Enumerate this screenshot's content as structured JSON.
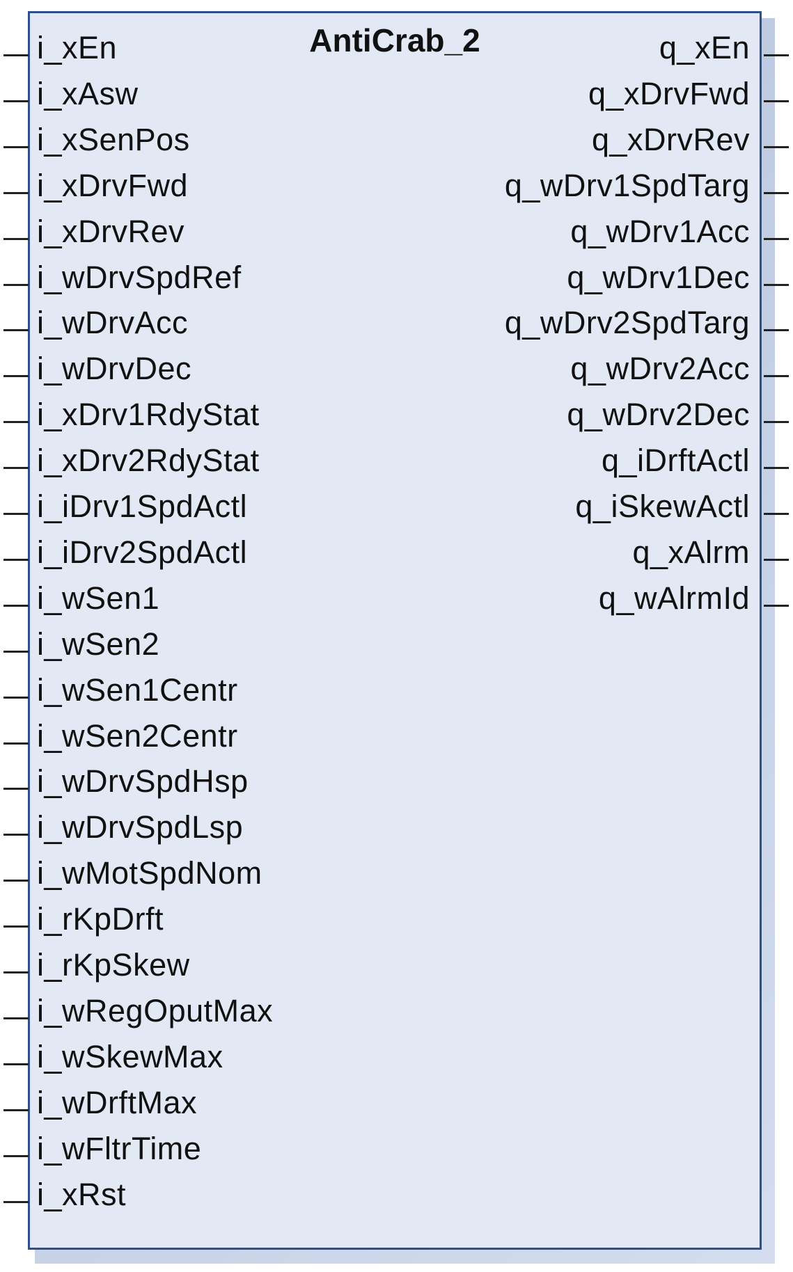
{
  "block": {
    "title": "AntiCrab_2",
    "colors": {
      "fill": "#e2e9f5",
      "border": "#2d4f8c"
    },
    "inputs": [
      "i_xEn",
      "i_xAsw",
      "i_xSenPos",
      "i_xDrvFwd",
      "i_xDrvRev",
      "i_wDrvSpdRef",
      "i_wDrvAcc",
      "i_wDrvDec",
      "i_xDrv1RdyStat",
      "i_xDrv2RdyStat",
      "i_iDrv1SpdActl",
      "i_iDrv2SpdActl",
      "i_wSen1",
      "i_wSen2",
      "i_wSen1Centr",
      "i_wSen2Centr",
      "i_wDrvSpdHsp",
      "i_wDrvSpdLsp",
      "i_wMotSpdNom",
      "i_rKpDrft",
      "i_rKpSkew",
      "i_wRegOputMax",
      "i_wSkewMax",
      "i_wDrftMax",
      "i_wFltrTime",
      "i_xRst"
    ],
    "outputs": [
      "q_xEn",
      "q_xDrvFwd",
      "q_xDrvRev",
      "q_wDrv1SpdTarg",
      "q_wDrv1Acc",
      "q_wDrv1Dec",
      "q_wDrv2SpdTarg",
      "q_wDrv2Acc",
      "q_wDrv2Dec",
      "q_iDrftActl",
      "q_iSkewActl",
      "q_xAlrm",
      "q_wAlrmId"
    ]
  }
}
